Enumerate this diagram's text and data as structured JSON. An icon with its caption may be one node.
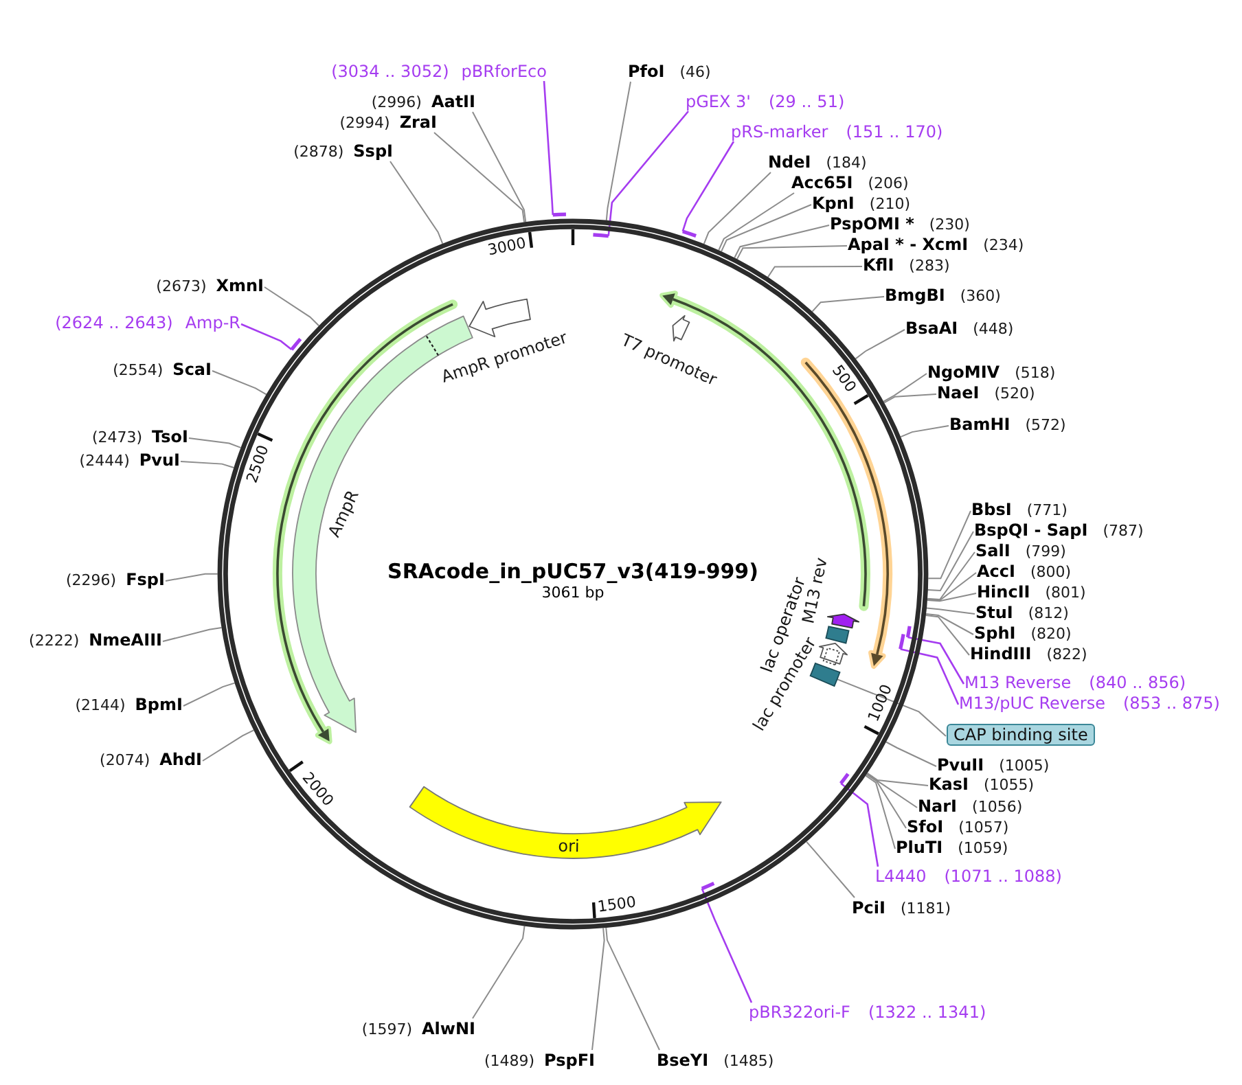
{
  "diagram": {
    "nodes": [
      {
        "text": [
          "SRAcode_in_pUC57_v3(419-999)",
          "3061 bp"
        ]
      },
      {
        "text": [],
        "shape": "arrow",
        "beside": [
          "AmpR promoter"
        ],
        "in": 0
      },
      {
        "text": [],
        "shape": "arrow",
        "beside": [
          "T7 promoter"
        ],
        "in": 0
      },
      {
        "text": [],
        "shape": "arrow",
        "beside": [
          "AmpR"
        ],
        "in": 0
      },
      {
        "text": [],
        "shape": "arrow",
        "beside": [
          "M13 rev"
        ],
        "in": 0
      },
      {
        "text": [],
        "shape": "box",
        "in": 0
      },
      {
        "text": [],
        "shape": "arrow",
        "beside": [
          "lac promoter"
        ],
        "in": 0
      },
      {
        "text": [],
        "shape": "box",
        "in": 0
      },
      {
        "text": [
          "ori"
        ],
        "in": 0
      },
      {
        "text": [],
        "shape": "bar"
      },
      {
        "text": [],
        "shape": "bar",
        "in": 0
      },
      {
        "text": [],
        "shape": "bar"
      },
      {
        "text": [],
        "shape": "bar",
        "in": 0
      },
      {
        "text": [],
        "shape": "bar",
        "in": 0
      },
      {
        "text": [],
        "shape": "bar",
        "in": 0
      },
      {
        "text": [],
        "shape": "bar",
        "in": 0
      },
      {
        "text": [],
        "shape": "bar"
      },
      {
        "text": [
          "(3034 .. 3052)",
          "pBRforEco"
        ]
      },
      {
        "text": [
          "PfoI",
          "(46)"
        ]
      },
      {
        "text": [
          "pGEX 3'",
          "(29 .. 51)"
        ]
      },
      {
        "text": [
          "pRS-marker",
          "(151 .. 170)"
        ]
      },
      {
        "text": [
          "NdeI",
          "(184)"
        ]
      },
      {
        "text": [
          "Acc65I",
          "(206)"
        ]
      },
      {
        "text": [
          "KpnI",
          "(210)"
        ]
      },
      {
        "text": [
          "PspOMI *",
          "(230)"
        ]
      },
      {
        "text": [
          "ApaI * - XcmI",
          "(234)"
        ]
      },
      {
        "text": [
          "KflI",
          "(283)"
        ]
      },
      {
        "text": [
          "BmgBI",
          "(360)"
        ]
      },
      {
        "text": [
          "BsaAI",
          "(448)"
        ]
      },
      {
        "text": [
          "NgoMIV",
          "(518)"
        ]
      },
      {
        "text": [
          "NaeI",
          "(520)"
        ]
      },
      {
        "text": [
          "BamHI",
          "(572)"
        ]
      },
      {
        "text": [
          "BbsI",
          "(771)"
        ]
      },
      {
        "text": [
          "BspQI - SapI",
          "(787)"
        ]
      },
      {
        "text": [
          "SalI",
          "(799)"
        ]
      },
      {
        "text": [
          "AccI",
          "(800)"
        ]
      },
      {
        "text": [
          "HincII",
          "(801)"
        ]
      },
      {
        "text": [
          "StuI",
          "(812)"
        ]
      },
      {
        "text": [
          "SphI",
          "(820)"
        ]
      },
      {
        "text": [
          "HindIII",
          "(822)"
        ]
      },
      {
        "text": [
          "M13 Reverse",
          "(840 .. 856)"
        ]
      },
      {
        "text": [
          "M13/pUC Reverse",
          "(853 .. 875)"
        ]
      },
      {
        "text": [
          "CAP binding site"
        ]
      },
      {
        "text": [
          "PvuII",
          "(1005)"
        ]
      },
      {
        "text": [
          "KasI",
          "(1055)"
        ]
      },
      {
        "text": [
          "NarI",
          "(1056)"
        ]
      },
      {
        "text": [
          "SfoI",
          "(1057)"
        ]
      },
      {
        "text": [
          "PluTI",
          "(1059)"
        ]
      },
      {
        "text": [
          "L4440",
          "(1071 .. 1088)"
        ]
      },
      {
        "text": [
          "PciI",
          "(1181)"
        ]
      },
      {
        "text": [
          "pBR322ori-F",
          "(1322 .. 1341)"
        ]
      },
      {
        "text": [
          "BseYI",
          "(1485)"
        ]
      },
      {
        "text": [
          "(1489)",
          "PspFI"
        ]
      },
      {
        "text": [
          "(1597)",
          "AlwNI"
        ]
      },
      {
        "text": [
          "(2074)",
          "AhdI"
        ]
      },
      {
        "text": [
          "(2144)",
          "BpmI"
        ]
      },
      {
        "text": [
          "(2222)",
          "NmeAIII"
        ]
      },
      {
        "text": [
          "(2296)",
          "FspI"
        ]
      },
      {
        "text": [
          "(2444)",
          "PvuI"
        ]
      },
      {
        "text": [
          "(2473)",
          "TsoI"
        ]
      },
      {
        "text": [
          "(2554)",
          "ScaI"
        ]
      },
      {
        "text": [
          "(2624 .. 2643)",
          "Amp-R"
        ]
      },
      {
        "text": [
          "(2673)",
          "XmnI"
        ]
      },
      {
        "text": [
          "(2878)",
          "SspI"
        ]
      },
      {
        "text": [
          "(2994)",
          "ZraI"
        ]
      },
      {
        "text": [
          "(2996)",
          "AatII"
        ]
      }
    ],
    "edges": [
      {
        "from": 17,
        "to": 9,
        "arrow": "none",
        "color": "#a53cf0"
      },
      {
        "from": 18,
        "to": 0,
        "arrow": "none"
      },
      {
        "from": 19,
        "to": 10,
        "arrow": "none",
        "color": "#a53cf0"
      },
      {
        "from": 20,
        "to": 11,
        "arrow": "none",
        "color": "#a53cf0"
      },
      {
        "from": 21,
        "to": 0,
        "arrow": "none"
      },
      {
        "from": 22,
        "to": 0,
        "arrow": "none"
      },
      {
        "from": 23,
        "to": 0,
        "arrow": "none"
      },
      {
        "from": 24,
        "to": 0,
        "arrow": "none"
      },
      {
        "from": 25,
        "to": 0,
        "arrow": "none"
      },
      {
        "from": 26,
        "to": 0,
        "arrow": "none"
      },
      {
        "from": 27,
        "to": 0,
        "arrow": "none"
      },
      {
        "from": 28,
        "to": 0,
        "arrow": "none"
      },
      {
        "from": 29,
        "to": 0,
        "arrow": "none"
      },
      {
        "from": 30,
        "to": 0,
        "arrow": "none"
      },
      {
        "from": 31,
        "to": 0,
        "arrow": "none"
      },
      {
        "from": 32,
        "to": 0,
        "arrow": "none"
      },
      {
        "from": 33,
        "to": 0,
        "arrow": "none"
      },
      {
        "from": 34,
        "to": 0,
        "arrow": "none"
      },
      {
        "from": 35,
        "to": 0,
        "arrow": "none"
      },
      {
        "from": 36,
        "to": 0,
        "arrow": "none"
      },
      {
        "from": 37,
        "to": 0,
        "arrow": "none"
      },
      {
        "from": 38,
        "to": 0,
        "arrow": "none"
      },
      {
        "from": 39,
        "to": 0,
        "arrow": "none"
      },
      {
        "from": 40,
        "to": 12,
        "arrow": "none",
        "color": "#a53cf0"
      },
      {
        "from": 41,
        "to": 13,
        "arrow": "none",
        "color": "#a53cf0"
      },
      {
        "from": 42,
        "to": 7,
        "arrow": "none"
      },
      {
        "from": 43,
        "to": 0,
        "arrow": "none"
      },
      {
        "from": 44,
        "to": 0,
        "arrow": "none"
      },
      {
        "from": 45,
        "to": 0,
        "arrow": "none"
      },
      {
        "from": 46,
        "to": 0,
        "arrow": "none"
      },
      {
        "from": 47,
        "to": 0,
        "arrow": "none"
      },
      {
        "from": 48,
        "to": 14,
        "arrow": "none",
        "color": "#a53cf0"
      },
      {
        "from": 49,
        "to": 0,
        "arrow": "none"
      },
      {
        "from": 50,
        "to": 15,
        "arrow": "none",
        "color": "#a53cf0"
      },
      {
        "from": 51,
        "to": 0,
        "arrow": "none"
      },
      {
        "from": 52,
        "to": 0,
        "arrow": "none"
      },
      {
        "from": 53,
        "to": 0,
        "arrow": "none"
      },
      {
        "from": 54,
        "to": 0,
        "arrow": "none"
      },
      {
        "from": 55,
        "to": 0,
        "arrow": "none"
      },
      {
        "from": 56,
        "to": 0,
        "arrow": "none"
      },
      {
        "from": 57,
        "to": 0,
        "arrow": "none"
      },
      {
        "from": 58,
        "to": 0,
        "arrow": "none"
      },
      {
        "from": 59,
        "to": 0,
        "arrow": "none"
      },
      {
        "from": 60,
        "to": 0,
        "arrow": "none"
      },
      {
        "from": 61,
        "to": 16,
        "arrow": "none",
        "color": "#a53cf0"
      },
      {
        "from": 62,
        "to": 0,
        "arrow": "none"
      },
      {
        "from": 63,
        "to": 0,
        "arrow": "none"
      },
      {
        "from": 64,
        "to": 0,
        "arrow": "none"
      },
      {
        "from": 65,
        "to": 0,
        "arrow": "none"
      }
    ],
    "labels": [
      "3000",
      "500",
      "2500",
      "lac operator",
      "1000",
      "2000",
      "1500"
    ]
  }
}
